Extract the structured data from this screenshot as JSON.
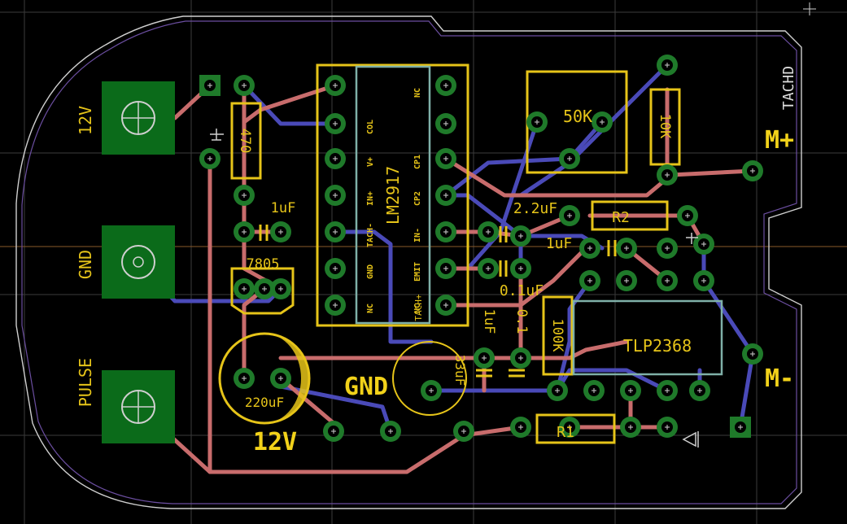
{
  "title": "",
  "colors": {
    "background": "#000000",
    "grid": "#3b3b3b",
    "outline": "#cfcfcf",
    "outline_inner": "#6b4ea0",
    "top_trace": "#c86c6c",
    "bottom_trace": "#4a4ab8",
    "pad_ring": "#1f7a2a",
    "pad_hole": "#000000",
    "silk": "#e6c419",
    "silk_doc": "#7fb0a8",
    "terminal_fill": "#0b6b1a",
    "label_white": "#dddddd"
  },
  "terminals": {
    "v12": "12V",
    "gnd": "GND",
    "pulse": "PULSE"
  },
  "board_labels": {
    "gnd": "GND",
    "v12": "12V",
    "m_plus": "M+",
    "m_minus": "M-",
    "tachd": "TACHD"
  },
  "components": {
    "r_470": "470",
    "c_1uf_a": "1uF",
    "reg": "7805",
    "c_220uf": "220uF",
    "ic": "LM2917",
    "ic_pins_left": [
      "NC",
      "GND",
      "TACH-",
      "IN+",
      "V+",
      "COL"
    ],
    "ic_pins_right": [
      "NC",
      "EMIT",
      "IN-",
      "CP2",
      "CP1",
      "NC"
    ],
    "ic_tach": "TACH+",
    "pot": "50K",
    "r_10k": "10K",
    "c_2_2uf": "2.2uF",
    "r2": "R2",
    "c_1uf_b": "1uF",
    "c_0_1uf": "0.1uF",
    "c_1uf_c": "1uF",
    "c_0_1uf_b": "0.1",
    "c_33uf": "33uF",
    "r_100k": "100K",
    "opto": "TLP2368",
    "r1": "R1"
  }
}
